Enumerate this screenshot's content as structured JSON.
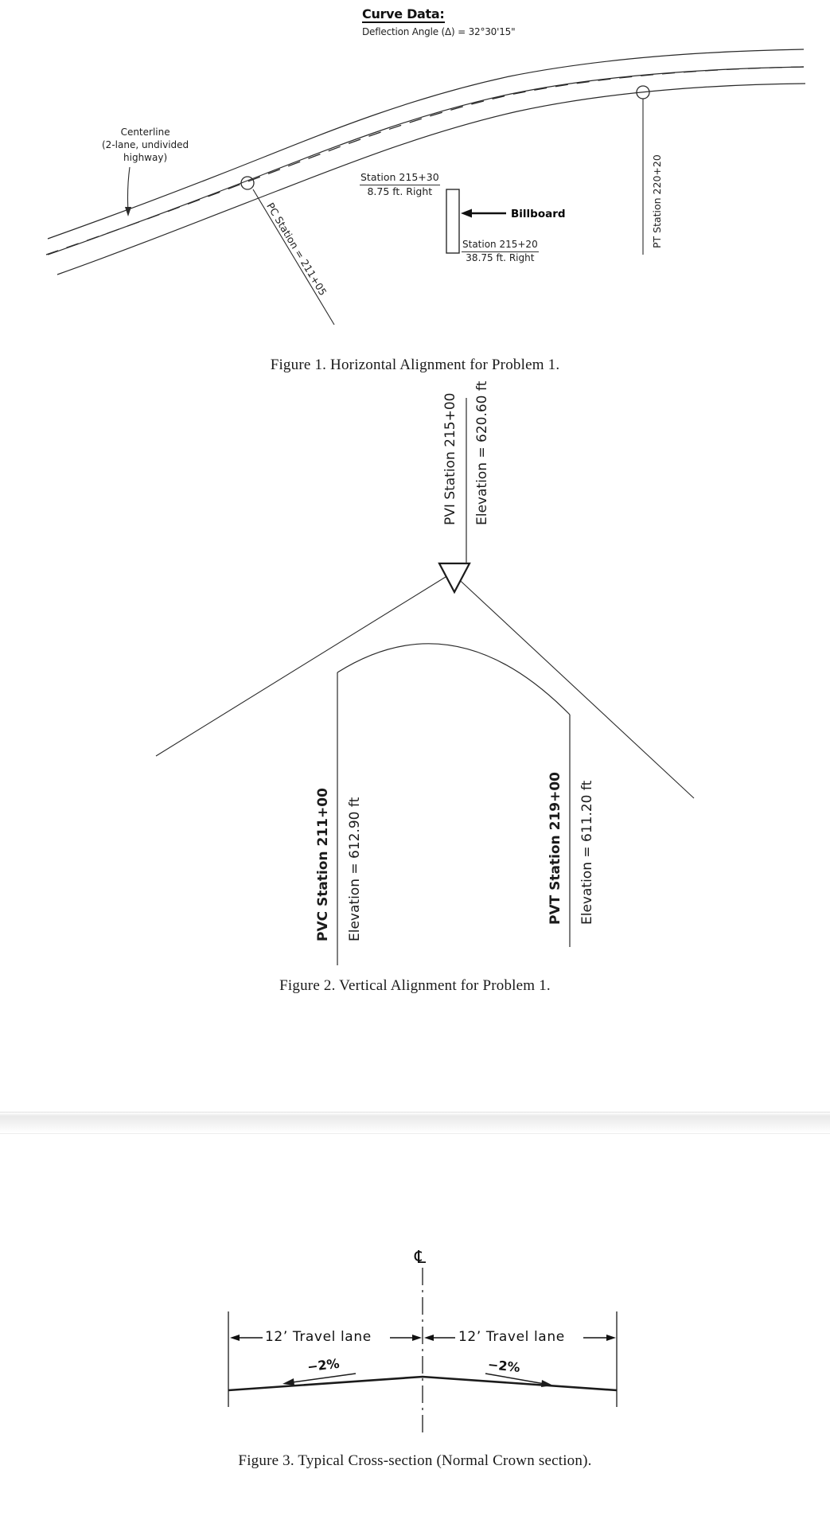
{
  "document": {
    "type": "engineering-figures-page"
  },
  "figure1": {
    "caption": "Figure 1.  Horizontal Alignment for Problem 1.",
    "curve_data_title": "Curve Data:",
    "deflection_angle": "Deflection Angle (Δ) = 32°30'15\"",
    "centerline_note_line1": "Centerline",
    "centerline_note_line2": "(2-lane, undivided",
    "centerline_note_line3": "highway)",
    "pc_label": "PC Station = 211+05",
    "pt_label": "PT Station 220+20",
    "billboard_label": "Billboard",
    "billboard_top_station": "Station 215+30",
    "billboard_top_offset": "8.75 ft. Right",
    "billboard_bottom_station": "Station 215+20",
    "billboard_bottom_offset": "38.75 ft. Right"
  },
  "figure2": {
    "caption": "Figure 2.  Vertical Alignment for Problem 1.",
    "pvi_station": "PVI Station 215+00",
    "pvi_elevation": "Elevation = 620.60 ft",
    "pvc_station": "PVC Station 211+00",
    "pvc_elevation": "Elevation = 612.90 ft",
    "pvt_station": "PVT Station 219+00",
    "pvt_elevation": "Elevation = 611.20 ft"
  },
  "figure3": {
    "caption": "Figure 3.  Typical Cross-section (Normal Crown section).",
    "centerline_symbol": "℄",
    "left_lane_dim": "12’  Travel  lane",
    "right_lane_dim": "12’  Travel  lane",
    "left_slope": "−2%",
    "right_slope": "−2%"
  },
  "colors": {
    "ink": "#1d1d1d",
    "line": "#333333",
    "paper": "#ffffff"
  }
}
